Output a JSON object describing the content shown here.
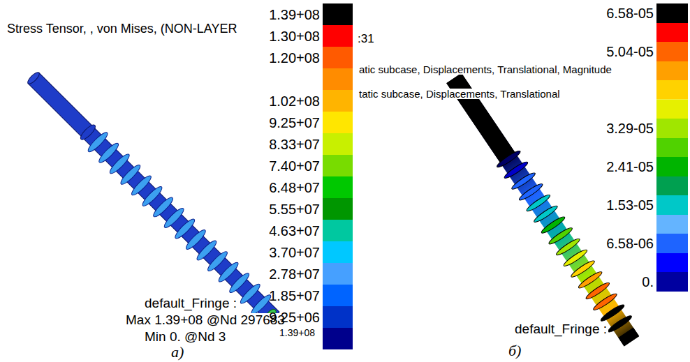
{
  "diagram": {
    "labels": [
      "Stress Tensor, , von Mises, (NON-LAYER",
      "1.39+08",
      "default_Fringe :",
      "Max 1.39+08 @Nd 297683",
      "Min 0. @Nd 3",
      "а)",
      ":31",
      "atic subcase, Displacements, Translational, Magnitude",
      "tatic subcase, Displacements, Translational",
      "default_Fringe :",
      "б)"
    ],
    "legend": [
      {
        "text": "1.39+08",
        "color": "#000000"
      },
      {
        "text": "1.30+08",
        "color": "#ff0000"
      },
      {
        "text": "1.20+08",
        "color": "#ff5a00"
      },
      {
        "text": "1.02+08",
        "color": "#ffb400"
      },
      {
        "text": "9.25+07",
        "color": "#ffe600"
      },
      {
        "text": "8.33+07",
        "color": "#c8f000"
      },
      {
        "text": "7.40+07",
        "color": "#78dc00"
      },
      {
        "text": "6.48+07",
        "color": "#00c800"
      },
      {
        "text": "5.55+07",
        "color": "#009600"
      },
      {
        "text": "4.63+07",
        "color": "#00c8a0"
      },
      {
        "text": "3.70+07",
        "color": "#00c8ff"
      },
      {
        "text": "2.78+07",
        "color": "#46a0ff"
      },
      {
        "text": "1.85+07",
        "color": "#0064ff"
      },
      {
        "text": "9.25+06",
        "color": "#0032c8"
      },
      {
        "text": "6.58-05",
        "color": "#000000"
      },
      {
        "text": "5.04-05",
        "color": "#ff6400"
      },
      {
        "text": "3.29-05",
        "color": "#a0e600"
      },
      {
        "text": "2.41-05",
        "color": "#00b400"
      },
      {
        "text": "1.53-05",
        "color": "#00c8c8"
      },
      {
        "text": "6.58-06",
        "color": "#1e64ff"
      },
      {
        "text": "0.",
        "color": "#0000a0"
      }
    ]
  }
}
